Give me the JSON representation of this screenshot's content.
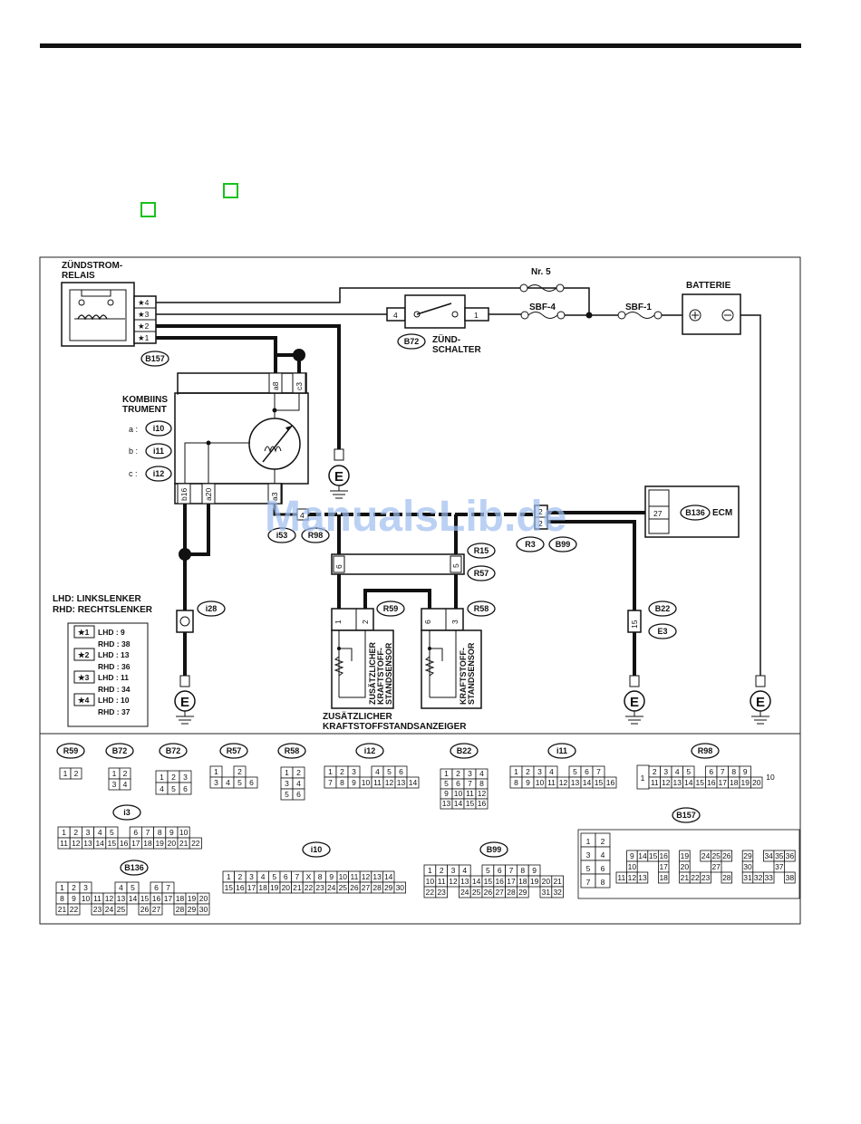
{
  "watermark": "ManualsLib.de",
  "components": {
    "relay_title_1": "ZÜNDSTROM-",
    "relay_title_2": "RELAIS",
    "fuse_nr5": "Nr. 5",
    "fuse_sbf4": "SBF-4",
    "fuse_sbf1": "SBF-1",
    "battery": "BATTERIE",
    "switch_1": "ZÜND-",
    "switch_2": "SCHALTER",
    "cluster_1": "KOMBIINS",
    "cluster_2": "TRUMENT",
    "ecm": "ECM",
    "sensor1_1": "ZUSÄTZLICHER",
    "sensor1_2": "KRAFTSTOFF-",
    "sensor1_3": "STANDSENSOR",
    "sensor2_1": "KRAFTSTOFF-",
    "sensor2_2": "STANDSENSOR",
    "gauge_1": "ZUSÄTZLICHER",
    "gauge_2": "KRAFTSTOFFSTANDSANZEIGER",
    "ground": "E"
  },
  "connectors": {
    "b157": "B157",
    "b72": "B72",
    "i10": "i10",
    "i11": "i11",
    "i12": "i12",
    "i53": "i53",
    "r98": "R98",
    "r15": "R15",
    "r57": "R57",
    "r59": "R59",
    "r58": "R58",
    "r3": "R3",
    "b99": "B99",
    "b136": "B136",
    "b22": "B22",
    "e3": "E3",
    "i28": "i28",
    "i3": "i3",
    "a_prefix": "a :",
    "b_prefix": "b :",
    "c_prefix": "c :"
  },
  "relay_pins": [
    "★4",
    "★3",
    "★2",
    "★1"
  ],
  "pins": {
    "sw4": "4",
    "sw1": "1",
    "a8": "a8",
    "c3": "c3",
    "b16": "b16",
    "a20": "a20",
    "a3": "a3",
    "p4": "4",
    "p2a": "2",
    "p2b": "2",
    "p27": "27",
    "p6": "6",
    "p5": "5",
    "p1": "1",
    "p2": "2",
    "p6b": "6",
    "p3": "3",
    "p15": "15"
  },
  "legend": {
    "lhd_def": "LHD: LINKSLENKER",
    "rhd_def": "RHD: RECHTSLENKER",
    "rows": [
      {
        "star": "★1",
        "lhd": "LHD : 9",
        "rhd": "RHD : 38"
      },
      {
        "star": "★2",
        "lhd": "LHD : 13",
        "rhd": "RHD : 36"
      },
      {
        "star": "★3",
        "lhd": "LHD : 11",
        "rhd": "RHD : 34"
      },
      {
        "star": "★4",
        "lhd": "LHD : 10",
        "rhd": "RHD : 37"
      }
    ]
  },
  "pinouts": {
    "r59": [
      [
        "1",
        "2"
      ]
    ],
    "b72": [
      [
        "1",
        "2"
      ],
      [
        "3",
        "4"
      ]
    ],
    "b72b": [
      [
        "1",
        "2",
        "3"
      ],
      [
        "4",
        "5",
        "6"
      ]
    ],
    "r57": [
      [
        "1",
        "",
        "2"
      ],
      [
        "3",
        "4",
        "5",
        "6"
      ]
    ],
    "r58": [
      [
        "1",
        "2"
      ],
      [
        "3",
        "4"
      ],
      [
        "5",
        "6"
      ]
    ],
    "i12": [
      [
        "1",
        "2",
        "3",
        "",
        "4",
        "5",
        "6"
      ],
      [
        "7",
        "8",
        "9",
        "10",
        "11",
        "12",
        "13",
        "14"
      ]
    ],
    "b22": [
      [
        "1",
        "2",
        "3",
        "4"
      ],
      [
        "5",
        "6",
        "7",
        "8"
      ],
      [
        "9",
        "10",
        "11",
        "12"
      ],
      [
        "13",
        "14",
        "15",
        "16"
      ]
    ],
    "i11": [
      [
        "1",
        "2",
        "3",
        "4",
        "",
        "5",
        "6",
        "7"
      ],
      [
        "8",
        "9",
        "10",
        "11",
        "12",
        "13",
        "14",
        "15",
        "16"
      ]
    ],
    "r98_single": "1",
    "r98_end": "10",
    "r98": [
      [
        "2",
        "3",
        "4",
        "5",
        "",
        "6",
        "7",
        "8",
        "9"
      ],
      [
        "11",
        "12",
        "13",
        "14",
        "15",
        "16",
        "17",
        "18",
        "19",
        "20"
      ]
    ],
    "i3": [
      [
        "1",
        "2",
        "3",
        "4",
        "5",
        "",
        "6",
        "7",
        "8",
        "9",
        "10"
      ],
      [
        "11",
        "12",
        "13",
        "14",
        "15",
        "16",
        "17",
        "18",
        "19",
        "20",
        "21",
        "22"
      ]
    ],
    "b136": [
      [
        "1",
        "2",
        "3",
        "",
        "",
        "4",
        "5",
        "",
        "6",
        "7"
      ],
      [
        "8",
        "9",
        "10",
        "11",
        "12",
        "13",
        "14",
        "15",
        "16",
        "17",
        "18",
        "19",
        "20"
      ],
      [
        "21",
        "22",
        "",
        "23",
        "24",
        "25",
        "",
        "26",
        "27",
        "",
        "28",
        "29",
        "30"
      ]
    ],
    "i10": [
      [
        "1",
        "2",
        "3",
        "4",
        "5",
        "6",
        "7",
        "X",
        "8",
        "9",
        "10",
        "11",
        "12",
        "13",
        "14"
      ],
      [
        "15",
        "16",
        "17",
        "18",
        "19",
        "20",
        "21",
        "22",
        "23",
        "24",
        "25",
        "26",
        "27",
        "28",
        "29",
        "30"
      ]
    ],
    "b99": [
      [
        "1",
        "2",
        "3",
        "4",
        "",
        "5",
        "6",
        "7",
        "8",
        "9"
      ],
      [
        "10",
        "11",
        "12",
        "13",
        "14",
        "15",
        "16",
        "17",
        "18",
        "19",
        "20",
        "21"
      ],
      [
        "22",
        "23",
        "",
        "24",
        "25",
        "26",
        "27",
        "28",
        "29",
        "",
        "31",
        "32"
      ]
    ],
    "b157_left": [
      [
        "1",
        "2"
      ],
      [
        "3",
        "4"
      ],
      [
        "5",
        "6"
      ],
      [
        "7",
        "8"
      ]
    ],
    "b157_right": [
      [
        "",
        "9",
        "14",
        "15",
        "16",
        "",
        "19",
        "",
        "24",
        "25",
        "26",
        "",
        "29",
        "",
        "34",
        "35",
        "36"
      ],
      [
        "",
        "10",
        "",
        "",
        "17",
        "",
        "20",
        "",
        "",
        "27",
        "",
        "",
        "30",
        "",
        "",
        "37"
      ],
      [
        "11",
        "12",
        "13",
        "",
        "18",
        "",
        "21",
        "22",
        "23",
        "",
        "28",
        "",
        "31",
        "32",
        "33",
        "",
        "38"
      ]
    ]
  }
}
